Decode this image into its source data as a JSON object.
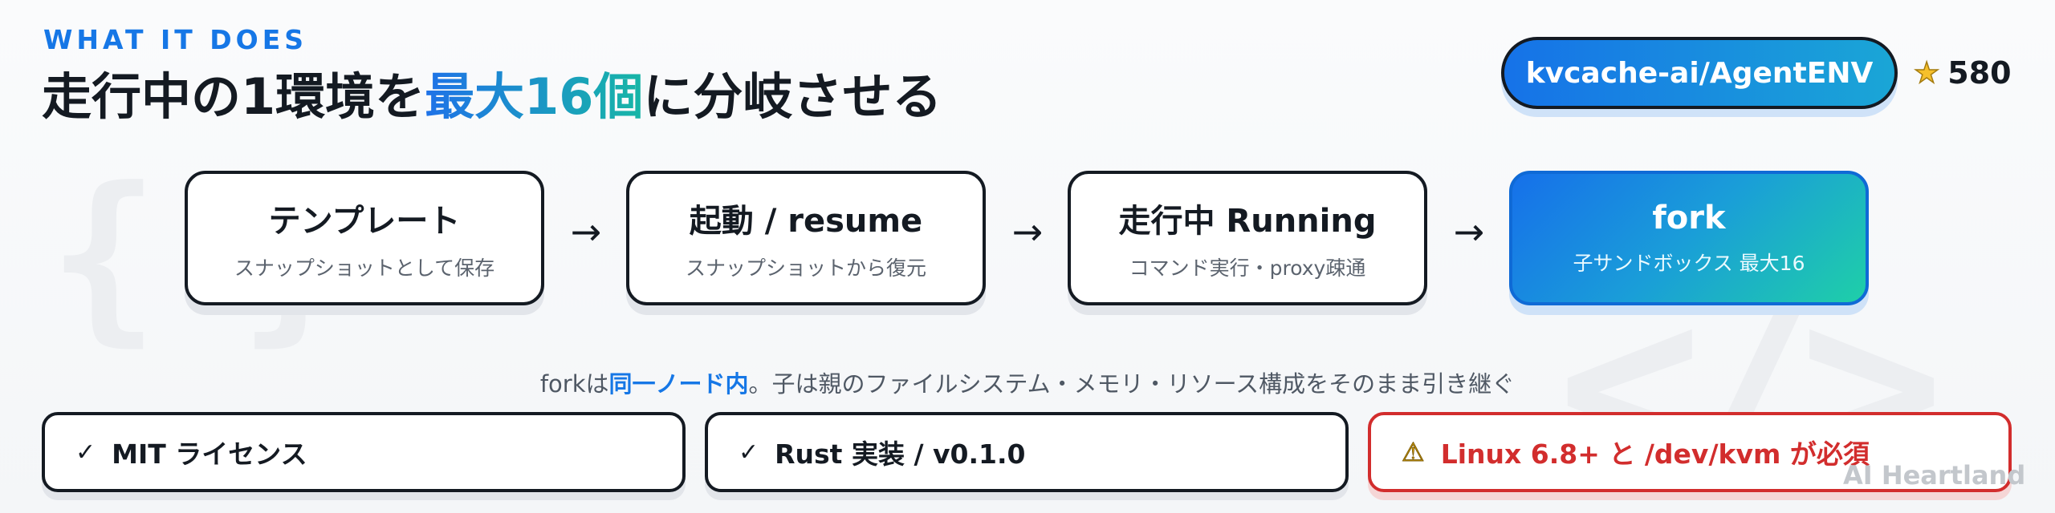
{
  "eyebrow": "WHAT IT DOES",
  "headline": {
    "before": "走行中の1環境を",
    "highlight": "最大16個",
    "after": "に分岐させる"
  },
  "repo": {
    "name": "kvcache-ai/AgentENV",
    "stars": "580",
    "star_icon": "star-icon"
  },
  "steps": [
    {
      "title": "テンプレート",
      "sub": "スナップショットとして保存"
    },
    {
      "title": "起動 / resume",
      "sub": "スナップショットから復元"
    },
    {
      "title": "走行中 Running",
      "sub": "コマンド実行・proxy疎通"
    },
    {
      "title": "fork",
      "sub": "子サンドボックス 最大16"
    }
  ],
  "arrow": "→",
  "caption": {
    "before": "forkは",
    "strong": "同一ノード内",
    "after": "。子は親のファイルシステム・メモリ・リソース構成をそのまま引き継ぐ"
  },
  "chips": [
    {
      "icon": "check-icon",
      "glyph": "✓",
      "text": "MIT ライセンス"
    },
    {
      "icon": "check-icon",
      "glyph": "✓",
      "text": "Rust 実装 / v0.1.0"
    },
    {
      "icon": "warning-icon",
      "glyph": "⚠",
      "text": "Linux 6.8+ と /dev/kvm が必須"
    }
  ],
  "watermark": "AI Heartland",
  "colors": {
    "accent": "#1677e6",
    "teal": "#17b6a6",
    "warning": "#d22d2d",
    "ink": "#141a22"
  }
}
